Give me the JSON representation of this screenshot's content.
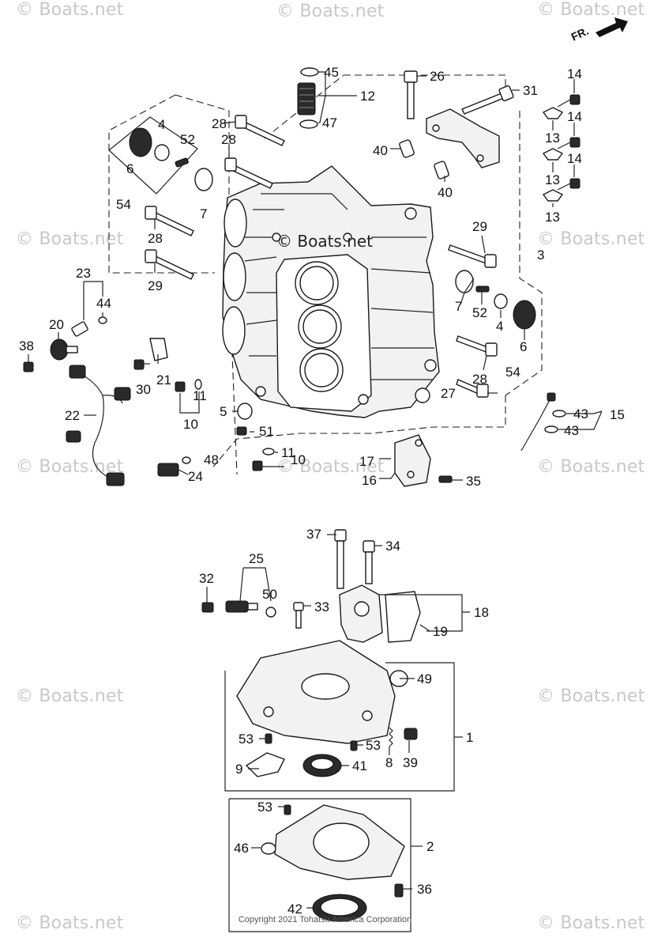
{
  "watermark": "© Boats.net",
  "center_watermark": "© Boats.net",
  "copyright": "Copyright 2021 Tohatsu America Corporation",
  "fr_label": "FR.",
  "callouts": {
    "n1": "1",
    "n2": "2",
    "n3": "3",
    "n4a": "4",
    "n4b": "4",
    "n5": "5",
    "n6a": "6",
    "n6b": "6",
    "n7a": "7",
    "n7b": "7",
    "n8": "8",
    "n9": "9",
    "n10a": "10",
    "n10b": "10",
    "n11a": "11",
    "n11b": "11",
    "n12": "12",
    "n13a": "13",
    "n13b": "13",
    "n13c": "13",
    "n14a": "14",
    "n14b": "14",
    "n14c": "14",
    "n15": "15",
    "n16": "16",
    "n17": "17",
    "n18": "18",
    "n19": "19",
    "n20": "20",
    "n21": "21",
    "n22": "22",
    "n23": "23",
    "n24": "24",
    "n25": "25",
    "n26": "26",
    "n27": "27",
    "n28a": "28",
    "n28b": "28",
    "n28c": "28",
    "n28d": "28",
    "n29a": "29",
    "n29b": "29",
    "n30": "30",
    "n31": "31",
    "n32": "32",
    "n33": "33",
    "n34": "34",
    "n35": "35",
    "n36": "36",
    "n37": "37",
    "n38": "38",
    "n39": "39",
    "n40a": "40",
    "n40b": "40",
    "n41": "41",
    "n42": "42",
    "n43a": "43",
    "n43b": "43",
    "n44": "44",
    "n45": "45",
    "n46": "46",
    "n47": "47",
    "n48": "48",
    "n49": "49",
    "n50": "50",
    "n51": "51",
    "n52a": "52",
    "n52b": "52",
    "n53a": "53",
    "n53b": "53",
    "n53c": "53",
    "n54a": "54",
    "n54b": "54"
  }
}
